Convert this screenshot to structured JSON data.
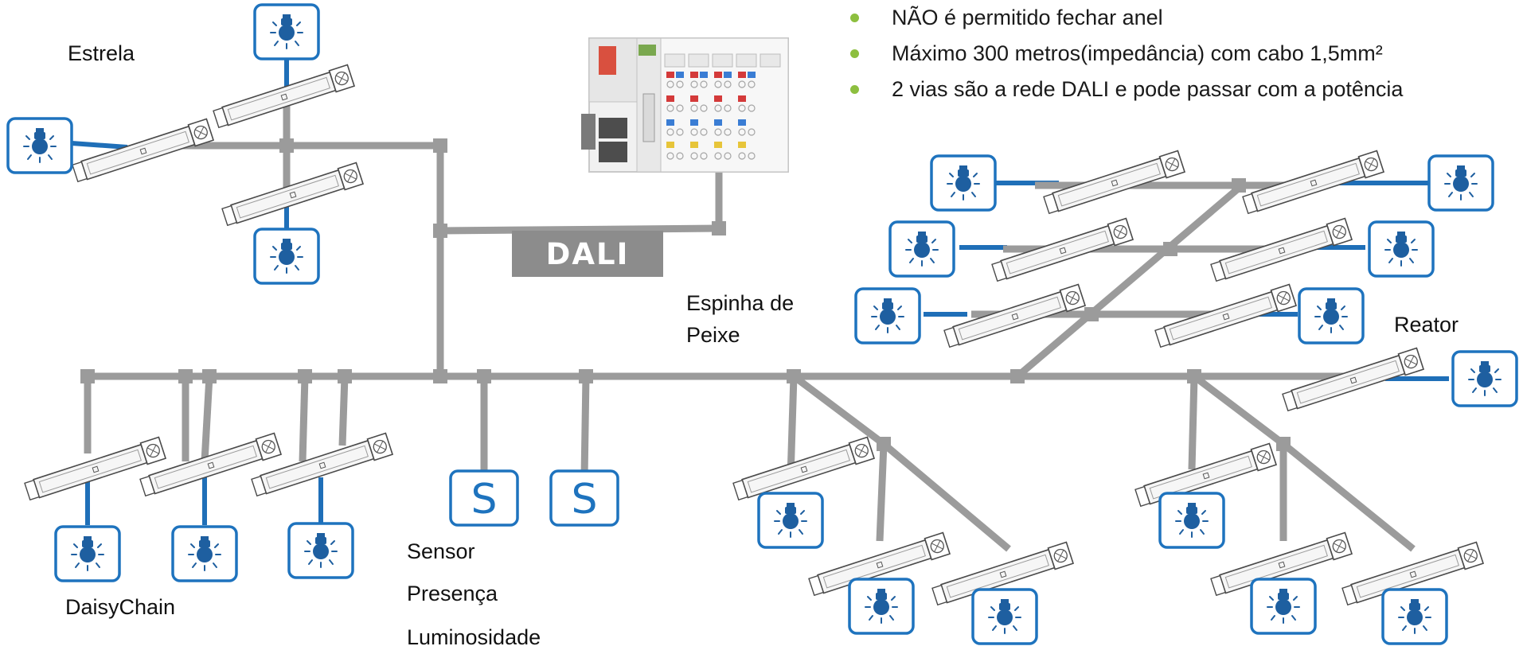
{
  "labels": {
    "estrela": "Estrela",
    "espinha_line1": "Espinha de",
    "espinha_line2": "Peixe",
    "reator": "Reator",
    "daisychain": "DaisyChain",
    "sensor": "Sensor",
    "presenca": "Presença",
    "luminosidade": "Luminosidade"
  },
  "bus_label": "DALI",
  "sensor_symbol": "S",
  "notes": [
    "NÃO é permitido fechar anel",
    "Máximo 300 metros(impedância) com cabo 1,5mm²",
    "2 vias são a rede DALI e pode passar com a potência"
  ],
  "colors": {
    "bus": "#9b9b9b",
    "lamp_link": "#1f6fb8",
    "icon_border": "#1e73be",
    "icon_bulb": "#1e5fa0",
    "bullet": "#8dbf3f",
    "dali_box": "#8c8c8c"
  },
  "icons": {
    "lamp": "light-bulb-icon",
    "ballast": "ballast-icon",
    "sensor": "sensor-icon",
    "controller": "plc-controller-icon"
  }
}
